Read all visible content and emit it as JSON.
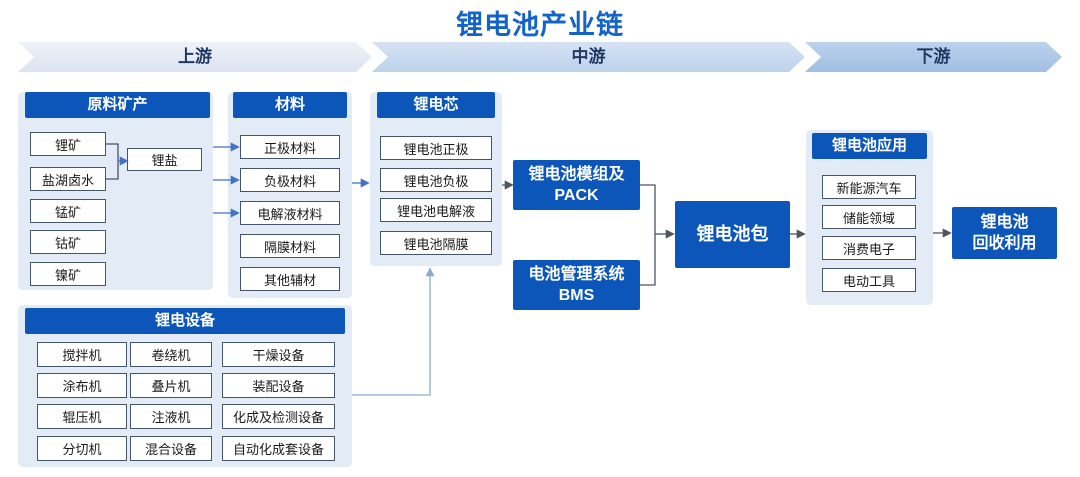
{
  "title": "锂电池产业链",
  "colors": {
    "primary": "#0B56B8",
    "title_color": "#1463C8",
    "container_bg": "#E3EBF7",
    "box_border": "#44546A",
    "arrow_blue": "#4472C4",
    "arrow_dark": "#4D5560",
    "arrow_light": "#8FAAD0",
    "banner_text": "#1F3864"
  },
  "banners": [
    {
      "label": "上游"
    },
    {
      "label": "中游"
    },
    {
      "label": "下游"
    }
  ],
  "sections": {
    "minerals": {
      "header": "原料矿产",
      "items": [
        "锂矿",
        "盐湖卤水",
        "锰矿",
        "钴矿",
        "镍矿"
      ],
      "derived": "锂盐"
    },
    "materials": {
      "header": "材料",
      "items": [
        "正极材料",
        "负极材料",
        "电解液材料",
        "隔膜材料",
        "其他辅材"
      ]
    },
    "cell": {
      "header": "锂电芯",
      "items": [
        "锂电池正极",
        "锂电池负极",
        "锂电池电解液",
        "锂电池隔膜"
      ]
    },
    "applications": {
      "header": "锂电池应用",
      "items": [
        "新能源汽车",
        "储能领域",
        "消费电子",
        "电动工具"
      ]
    },
    "equipment": {
      "header": "锂电设备",
      "items": [
        "搅拌机",
        "卷绕机",
        "干燥设备",
        "涂布机",
        "叠片机",
        "装配设备",
        "辊压机",
        "注液机",
        "化成及检测设备",
        "分切机",
        "混合设备",
        "自动化成套设备"
      ]
    }
  },
  "nodes": {
    "pack": {
      "line1": "锂电池模组及",
      "line2": "PACK"
    },
    "bms": {
      "line1": "电池管理系统",
      "line2": "BMS"
    },
    "battery_pack": {
      "label": "锂电池包"
    },
    "recycle": {
      "line1": "锂电池",
      "line2": "回收利用"
    }
  }
}
